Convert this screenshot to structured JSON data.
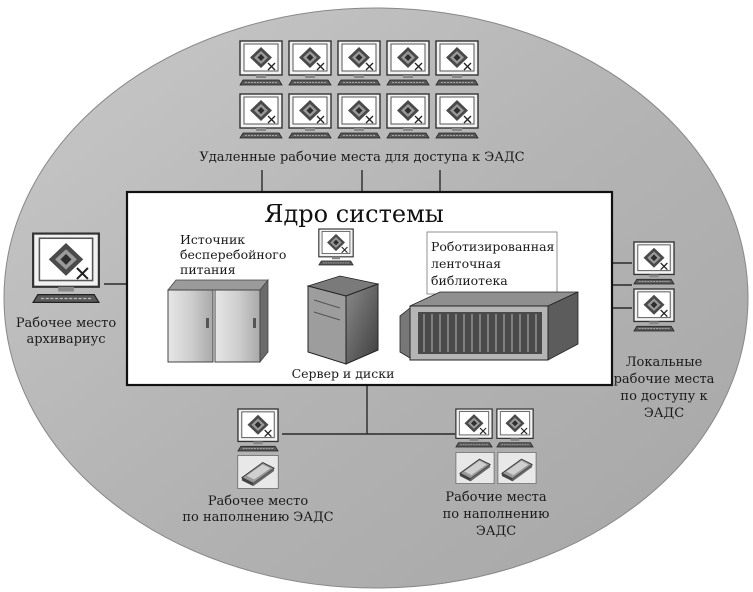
{
  "core": {
    "title": "Ядро системы",
    "ups": {
      "line1": "Источник",
      "line2": "бесперебойного",
      "line3": "питания"
    },
    "server": {
      "label": "Сервер и диски"
    },
    "library": {
      "line1": "Роботизированная",
      "line2": "ленточная",
      "line3": "библиотека"
    }
  },
  "remote": {
    "label": "Удаленные рабочие места для доступа к ЭАДС"
  },
  "archivist": {
    "line1": "Рабочее место",
    "line2": "архивариус"
  },
  "local": {
    "line1": "Локальные",
    "line2": "рабочие места",
    "line3": "по доступу к",
    "line4": "ЭАДС"
  },
  "fill_single": {
    "line1": "Рабочее место",
    "line2": "по наполнению ЭАДС"
  },
  "fill_multi": {
    "line1": "Рабочие места",
    "line2": "по наполнению",
    "line3": "ЭАДС"
  }
}
